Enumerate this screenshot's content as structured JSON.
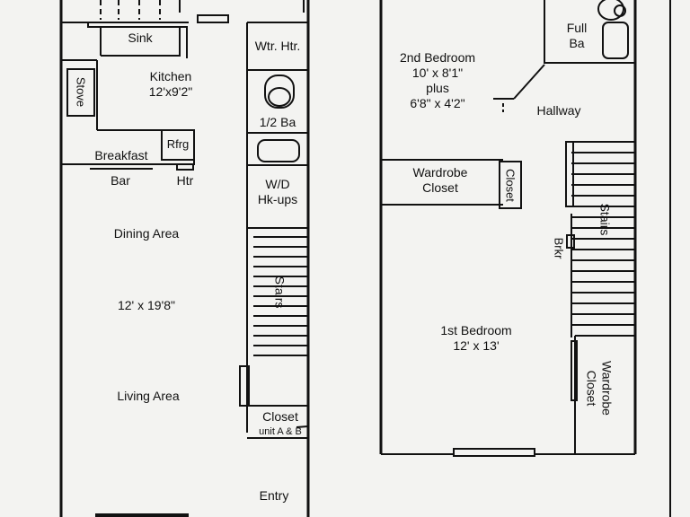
{
  "left_unit": {
    "sink": "Sink",
    "stove": "Stove",
    "kitchen_name": "Kitchen",
    "kitchen_dims": "12'x9'2\"",
    "refrigerator": "Rfrg",
    "breakfast": "Breakfast",
    "bar": "Bar",
    "heater": "Htr",
    "water_heater": "Wtr. Htr.",
    "half_bath": "1/2 Ba",
    "washer_dryer_line1": "W/D",
    "washer_dryer_line2": "Hk-ups",
    "stairs": "Stairs",
    "dining_area": "Dining Area",
    "dining_living_dims": "12' x 19'8\"",
    "living_area": "Living Area",
    "closet": "Closet",
    "closet_note": "unit A & B",
    "entry": "Entry"
  },
  "right_unit": {
    "full_bath_line1": "Full",
    "full_bath_line2": "Ba",
    "bedroom2_name": "2nd Bedroom",
    "bedroom2_dims": "10' x 8'1\"",
    "bedroom2_plus": "plus",
    "bedroom2_extra": "6'8\" x 4'2\"",
    "hallway": "Hallway",
    "wardrobe_closet_line1": "Wardrobe",
    "wardrobe_closet_line2": "Closet",
    "closet": "Closet",
    "stairs": "Stairs",
    "breaker": "Brkr",
    "bedroom1_name": "1st Bedroom",
    "bedroom1_dims": "12' x 13'",
    "wardrobe_closet2_line1": "Wardrobe",
    "wardrobe_closet2_line2": "Closet"
  }
}
